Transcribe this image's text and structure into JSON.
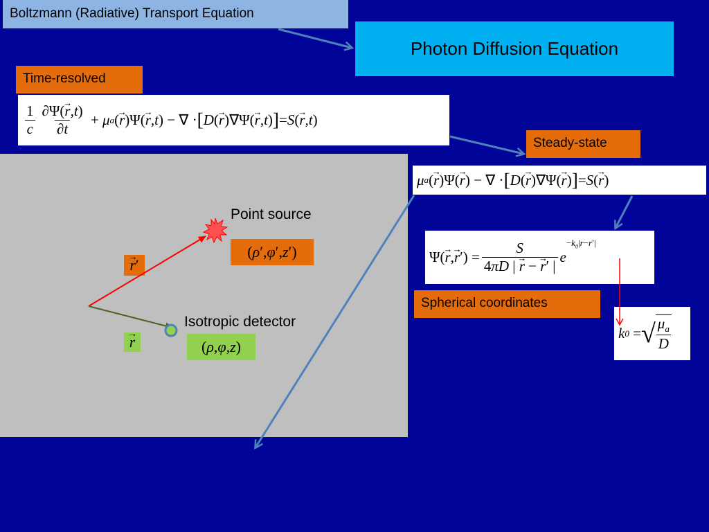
{
  "title_boxes": {
    "boltzmann": "Boltzmann (Radiative) Transport Equation",
    "diffusion": "Photon Diffusion Equation"
  },
  "labels": {
    "time_resolved": "Time-resolved",
    "steady_state": "Steady-state",
    "spherical": "Spherical coordinates",
    "point_source": "Point source",
    "detector": "Isotropic detector"
  },
  "colors": {
    "background": "#010499",
    "title_box": "#8EB4E3",
    "diffusion_box": "#00B0F0",
    "orange_box": "#E46C0A",
    "green_box": "#92D050",
    "gray_panel": "#BFBFBF",
    "arrow_blue": "#4F81BD",
    "red_vector": "#FF0000",
    "green_vector": "#4F6228"
  },
  "icons": {
    "source": "starburst-icon",
    "detector": "ring-icon"
  }
}
